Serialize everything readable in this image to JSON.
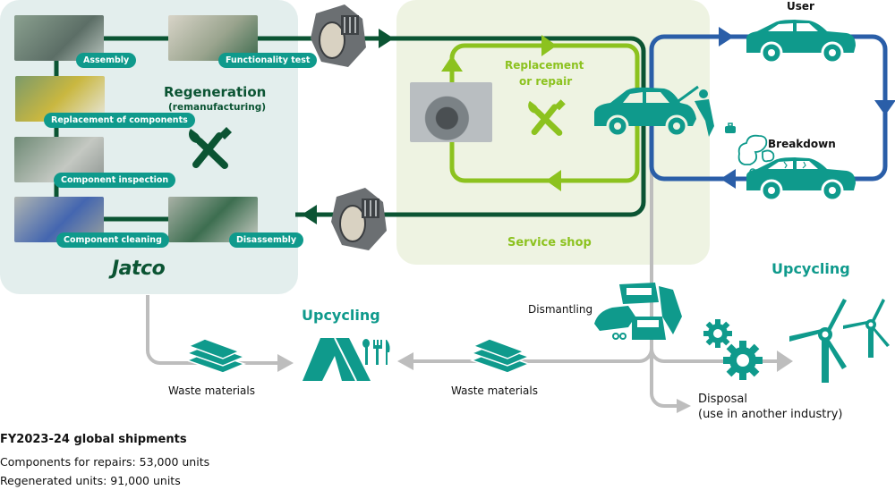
{
  "jatco_panel": {
    "brand": "Jatco",
    "title": "Regeneration",
    "subtitle": "(remanufacturing)",
    "steps": [
      {
        "label": "Assembly"
      },
      {
        "label": "Functionality test"
      },
      {
        "label": "Replacement of components"
      },
      {
        "label": "Component inspection"
      },
      {
        "label": "Component cleaning"
      },
      {
        "label": "Disassembly"
      }
    ]
  },
  "service_shop": {
    "title": "Service shop",
    "repair_label_line1": "Replacement",
    "repair_label_line2": "or repair"
  },
  "user_cycle": {
    "user_label": "User",
    "breakdown_label": "Breakdown"
  },
  "end_of_life": {
    "dismantling_label": "Dismantling",
    "waste_left_label": "Waste materials",
    "waste_right_label": "Waste materials",
    "upcycling_center_label": "Upcycling",
    "upcycling_right_label": "Upcycling",
    "disposal_line1": "Disposal",
    "disposal_line2": "(use in another industry)"
  },
  "shipments": {
    "title": "FY2023-24 global shipments",
    "components_line": "Components for repairs: 53,000 units",
    "regenerated_line": "Regenerated units: 91,000 units"
  },
  "colors": {
    "dark_green": "#0b5433",
    "light_green": "#8cc21f",
    "teal": "#0f9a8c",
    "blue": "#2a5ea8",
    "gray": "#bdbdbd",
    "jatco_bg": "#e3eeed",
    "shop_bg": "#eef3e2"
  }
}
